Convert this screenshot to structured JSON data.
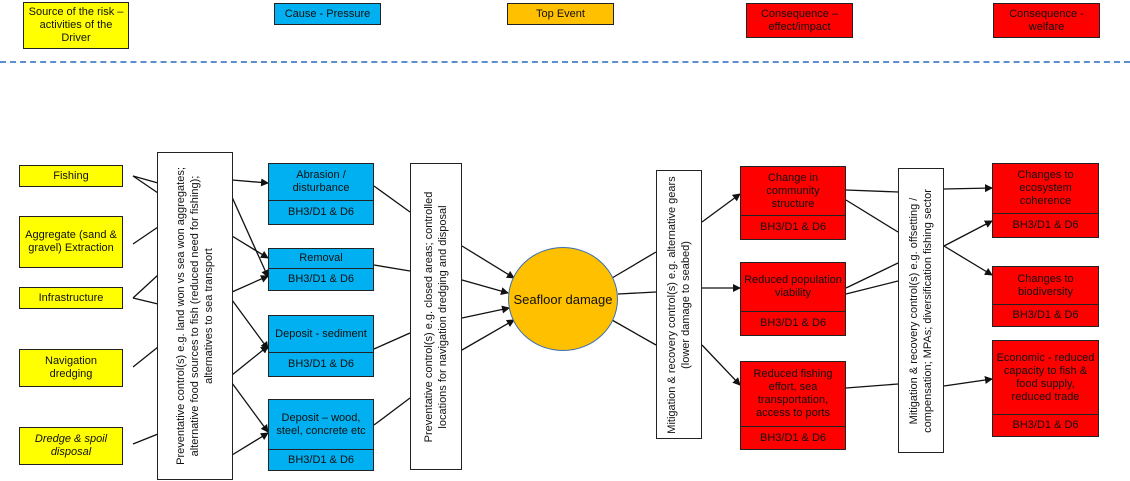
{
  "legend": {
    "driver": "Source of the risk – activities of the Driver",
    "pressure": "Cause - Pressure",
    "top_event": "Top Event",
    "consequence_effect": "Consequence – effect/impact",
    "consequence_welfare": "Consequence - welfare"
  },
  "drivers": [
    "Fishing",
    "Aggregate (sand & gravel) Extraction",
    "Infrastructure",
    "Navigation dredging",
    "Dredge & spoil disposal"
  ],
  "preventative_1": "Preventative control(s) e.g. land won vs sea won aggregates; alternative food sources to fish (reduced need for fishing); alternatives to sea transport",
  "pressures": [
    {
      "label": "Abrasion / disturbance",
      "tag": "BH3/D1 & D6"
    },
    {
      "label": "Removal",
      "tag": "BH3/D1 & D6"
    },
    {
      "label": "Deposit - sediment",
      "tag": "BH3/D1 & D6"
    },
    {
      "label": "Deposit – wood, steel, concrete etc",
      "tag": "BH3/D1 & D6"
    }
  ],
  "preventative_2": "Preventative control(s) e.g. closed areas; controlled locations for navigation dredging and disposal",
  "top_event": "Seafloor damage",
  "mitigation_1": "Mitigation & recovery control(s) e.g. alternative gears (lower damage to seabed)",
  "impacts": [
    {
      "label": "Change in community structure",
      "tag": "BH3/D1 & D6"
    },
    {
      "label": "Reduced population viability",
      "tag": "BH3/D1 & D6"
    },
    {
      "label": "Reduced fishing effort, sea transportation, access to ports",
      "tag": "BH3/D1 & D6"
    }
  ],
  "mitigation_2": "Mitigation & recovery control(s) e.g. offsetting / compensation; MPAs; diversification fishing sector",
  "welfare": [
    {
      "label": "Changes to ecosystem coherence",
      "tag": "BH3/D1 & D6"
    },
    {
      "label": "Changes to biodiversity",
      "tag": "BH3/D1 & D6"
    },
    {
      "label": "Economic - reduced capacity to fish & food supply, reduced trade",
      "tag": "BH3/D1 & D6"
    }
  ],
  "colors": {
    "driver": "#ffff00",
    "pressure": "#00b0f0",
    "top_event": "#ffc000",
    "consequence": "#ff0000",
    "divider": "#5b8fd0"
  }
}
